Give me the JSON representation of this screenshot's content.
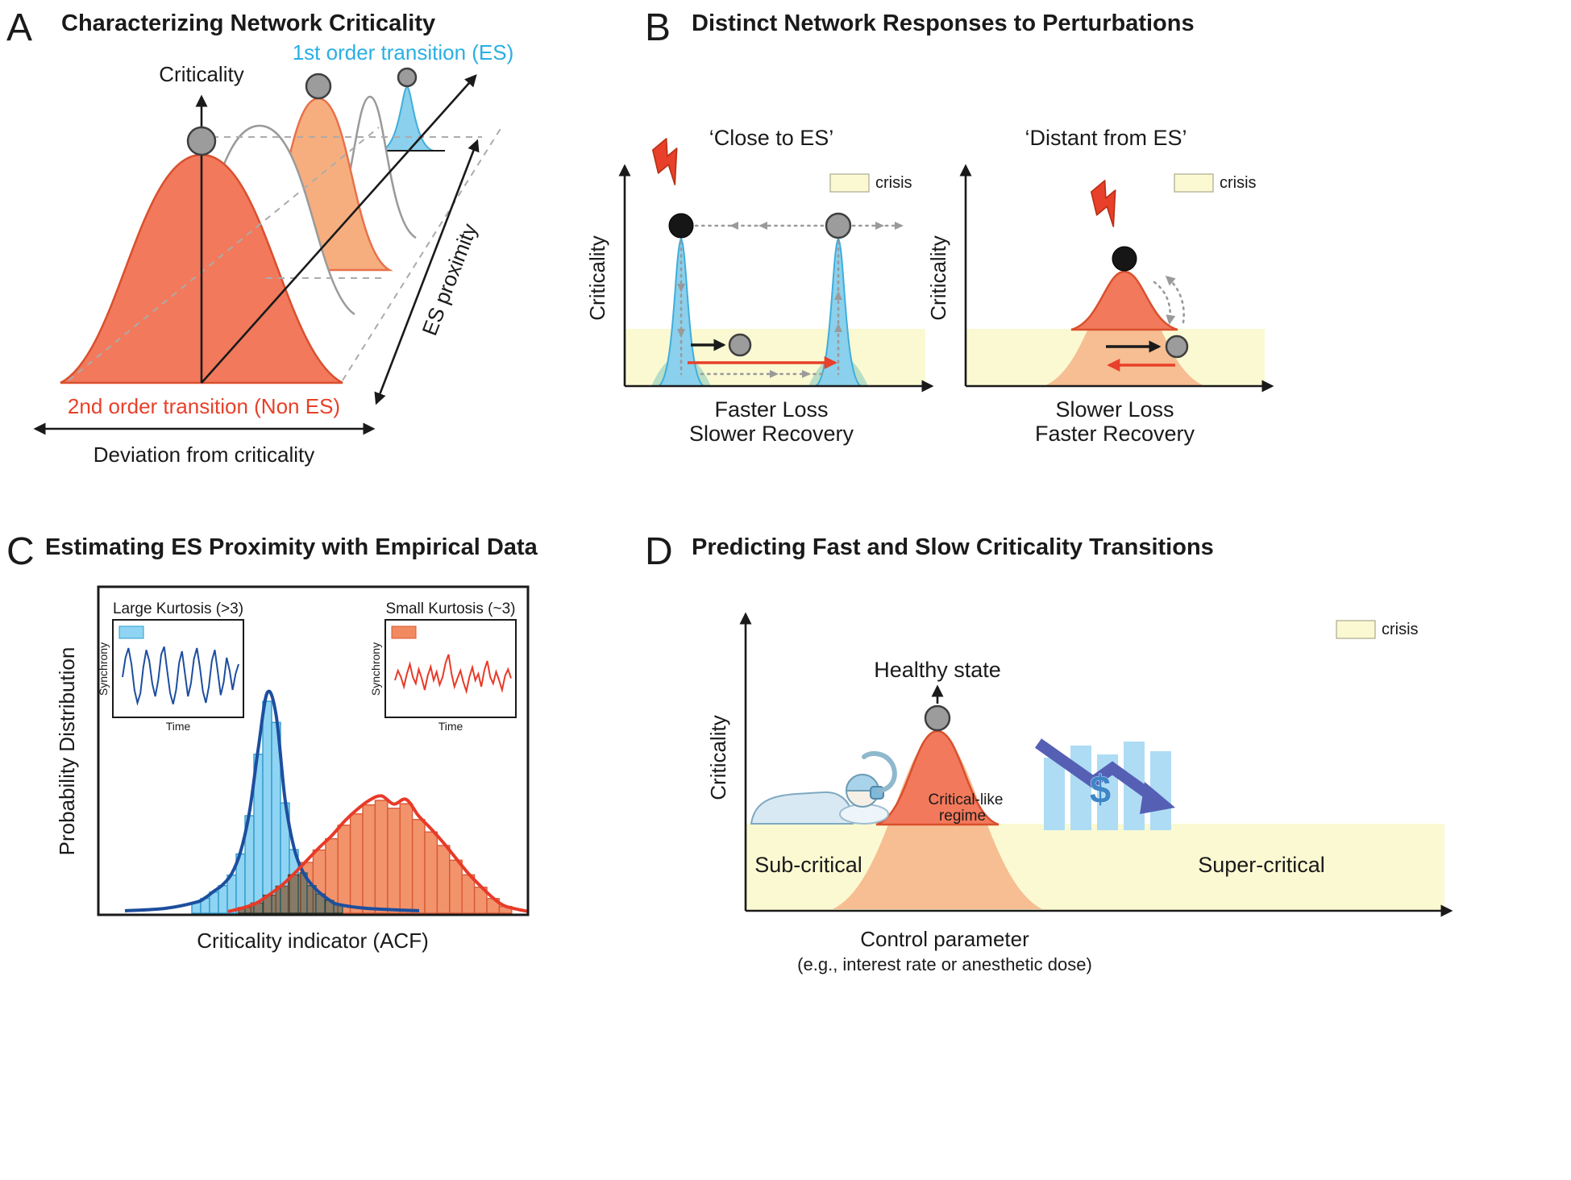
{
  "panels": {
    "a": {
      "label": "A",
      "title": "Characterizing Network Criticality",
      "criticality_label": "Criticality",
      "first_order_label": "1st order transition (ES)",
      "second_order_label": "2nd order transition (Non ES)",
      "deviation_label": "Deviation from criticality",
      "es_proximity_label": "ES proximity"
    },
    "b": {
      "label": "B",
      "title": "Distinct Network Responses to Perturbations",
      "close": {
        "heading": "‘Close to ES’",
        "y_label": "Criticality",
        "crisis_label": "crisis",
        "caption1": "Faster Loss",
        "caption2": "Slower Recovery"
      },
      "distant": {
        "heading": "‘Distant from ES’",
        "y_label": "Criticality",
        "crisis_label": "crisis",
        "caption1": "Slower Loss",
        "caption2": "Faster Recovery"
      }
    },
    "c": {
      "label": "C",
      "title": "Estimating ES Proximity with Empirical Data",
      "y_label": "Probability Distribution",
      "x_label": "Criticality indicator (ACF)",
      "inset_left": {
        "title": "Large Kurtosis (>3)",
        "y_label": "Synchrony",
        "x_label": "Time"
      },
      "inset_right": {
        "title": "Small Kurtosis (~3)",
        "y_label": "Synchrony",
        "x_label": "Time"
      }
    },
    "d": {
      "label": "D",
      "title": "Predicting Fast and Slow Criticality Transitions",
      "y_label": "Criticality",
      "x_label1": "Control parameter",
      "x_label2": "(e.g., interest rate or anesthetic dose)",
      "crisis_label": "crisis",
      "healthy_label": "Healthy state",
      "regime1": "Critical-like",
      "regime2": "regime",
      "sub_label": "Sub-critical",
      "super_label": "Super-critical",
      "dollar": "$"
    }
  },
  "colors": {
    "salmon": "#F2795B",
    "salmon_stroke": "#D9502E",
    "orange_light": "#F7AE7F",
    "orange_pale": "#F6BE92",
    "blue_spike": "#8BD0EC",
    "blue_spike_stroke": "#3FAEDC",
    "cyan_text": "#29AFE3",
    "red_accent": "#E8402A",
    "yellow_crisis": "#FBF9D2",
    "green_base": "#ABD9C3",
    "gray_ball": "#9C9C9C",
    "hist_blue": "#8FD4F2",
    "hist_blue_stroke": "#2F9CCE",
    "curve_blue": "#1D4E9E",
    "hist_red": "#F18A60",
    "hist_red_stroke": "#D85A35",
    "curve_red": "#E83A28",
    "finance_bar": "#AEDCF5",
    "finance_arrow": "#5560B5",
    "dollar_blue": "#3E86C8",
    "ink": "#1A1A1A",
    "gray_line": "#9A9A9A"
  },
  "chart_data": [
    {
      "id": "acf-histogram",
      "panel": "C",
      "type": "bar",
      "title": "Estimating ES Proximity with Empirical Data",
      "xlabel": "Criticality indicator (ACF)",
      "ylabel": "Probability Distribution",
      "values_normalized": true,
      "legend_position": "insets",
      "series": [
        {
          "name": "Large Kurtosis (>3)",
          "color": "#8FD4F2",
          "heights": [
            0.05,
            0.07,
            0.1,
            0.13,
            0.18,
            0.28,
            0.46,
            0.75,
            1.0,
            0.9,
            0.52,
            0.3,
            0.19,
            0.13,
            0.09,
            0.06,
            0.04
          ]
        },
        {
          "name": "Small Kurtosis (~3)",
          "color": "#F18A60",
          "heights": [
            0.05,
            0.09,
            0.16,
            0.24,
            0.34,
            0.45,
            0.56,
            0.66,
            0.78,
            0.88,
            0.96,
            1.0,
            0.93,
            0.97,
            0.83,
            0.72,
            0.6,
            0.47,
            0.34,
            0.23,
            0.13,
            0.06
          ]
        }
      ]
    },
    {
      "id": "large-kurtosis-timeseries",
      "panel": "C-inset-left",
      "type": "line",
      "title": "Large Kurtosis (>3)",
      "xlabel": "Time",
      "ylabel": "Synchrony",
      "values_normalized": true,
      "values": [
        0.5,
        0.8,
        0.95,
        0.7,
        0.3,
        0.1,
        0.25,
        0.65,
        0.92,
        0.75,
        0.4,
        0.2,
        0.45,
        0.85,
        0.97,
        0.6,
        0.25,
        0.08,
        0.3,
        0.72,
        0.9,
        0.55,
        0.2,
        0.4,
        0.78,
        0.95,
        0.65,
        0.28,
        0.1,
        0.35,
        0.75,
        0.92,
        0.58,
        0.22,
        0.42,
        0.8,
        0.6,
        0.3,
        0.55,
        0.7
      ]
    },
    {
      "id": "small-kurtosis-timeseries",
      "panel": "C-inset-right",
      "type": "line",
      "title": "Small Kurtosis (~3)",
      "xlabel": "Time",
      "ylabel": "Synchrony",
      "values_normalized": true,
      "values": [
        0.45,
        0.6,
        0.5,
        0.35,
        0.55,
        0.7,
        0.5,
        0.4,
        0.62,
        0.48,
        0.3,
        0.52,
        0.66,
        0.45,
        0.58,
        0.38,
        0.5,
        0.72,
        0.85,
        0.55,
        0.35,
        0.48,
        0.6,
        0.42,
        0.28,
        0.5,
        0.65,
        0.45,
        0.55,
        0.35,
        0.6,
        0.75,
        0.5,
        0.4,
        0.58,
        0.45,
        0.3,
        0.52,
        0.62,
        0.48
      ]
    }
  ]
}
